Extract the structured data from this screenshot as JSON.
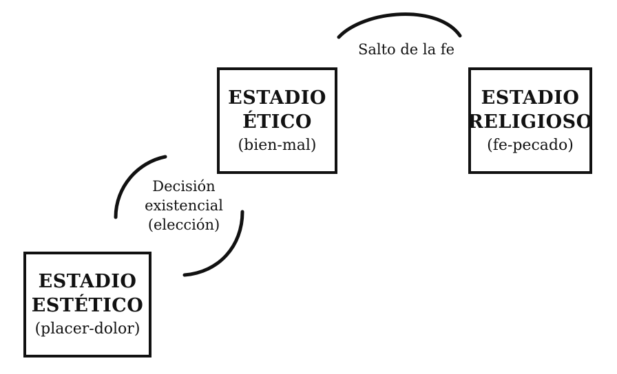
{
  "stages": {
    "estetico": {
      "title_line1": "ESTADIO",
      "title_line2": "ESTÉTICO",
      "subtitle": "(placer-dolor)"
    },
    "etico": {
      "title_line1": "ESTADIO",
      "title_line2": "ÉTICO",
      "subtitle": "(bien-mal)"
    },
    "religioso": {
      "title_line1": "ESTADIO",
      "title_line2": "RELIGIOSO",
      "subtitle": "(fe-pecado)"
    }
  },
  "connectors": {
    "decision": {
      "line1": "Decisión",
      "line2": "existencial",
      "line3": "(elección)"
    },
    "salto": {
      "label": "Salto de la fe"
    }
  },
  "colors": {
    "ink": "#111111",
    "background": "#ffffff"
  }
}
